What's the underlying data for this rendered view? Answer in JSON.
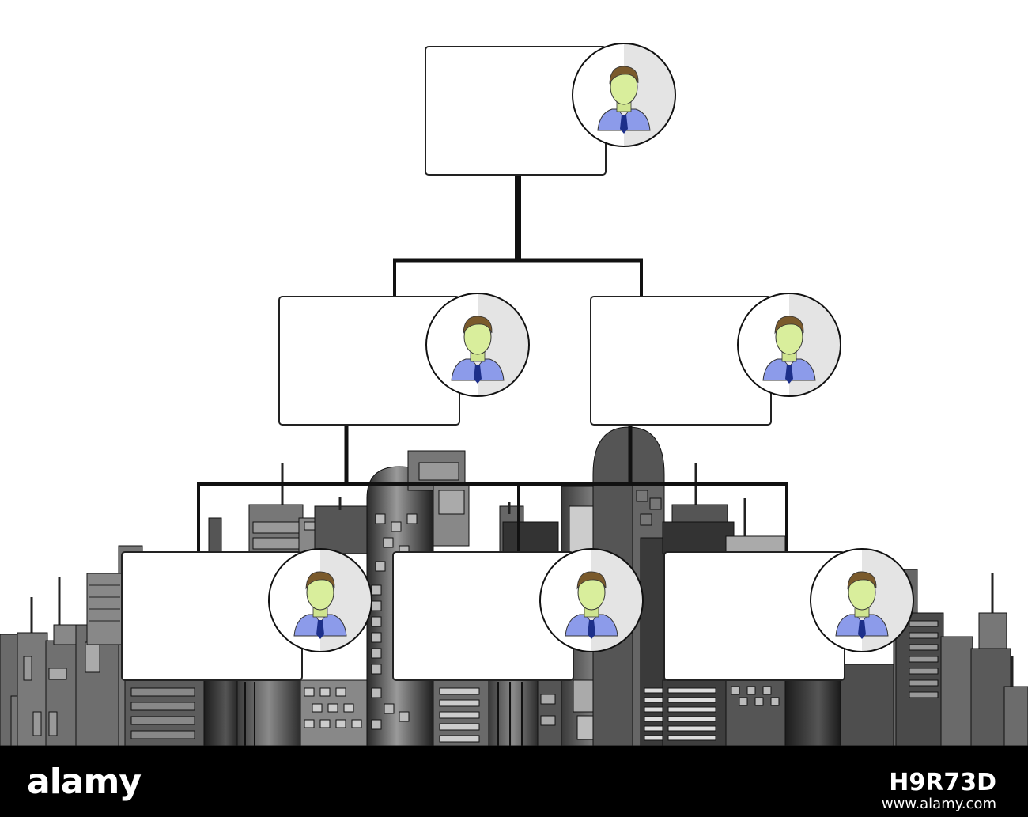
{
  "footer": {
    "brand": "alamy",
    "image_id": "H9R73D",
    "url": "www.alamy.com"
  },
  "colors": {
    "box_border": "#222222",
    "connector": "#111111",
    "shirt": "#8a98e6",
    "face": "#d9ee9c",
    "hair": "#7a5a2c",
    "tie": "#1d2f8a"
  },
  "org_chart": {
    "levels": [
      {
        "level": 1,
        "nodes": 1
      },
      {
        "level": 2,
        "nodes": 2
      },
      {
        "level": 3,
        "nodes": 3
      }
    ]
  }
}
